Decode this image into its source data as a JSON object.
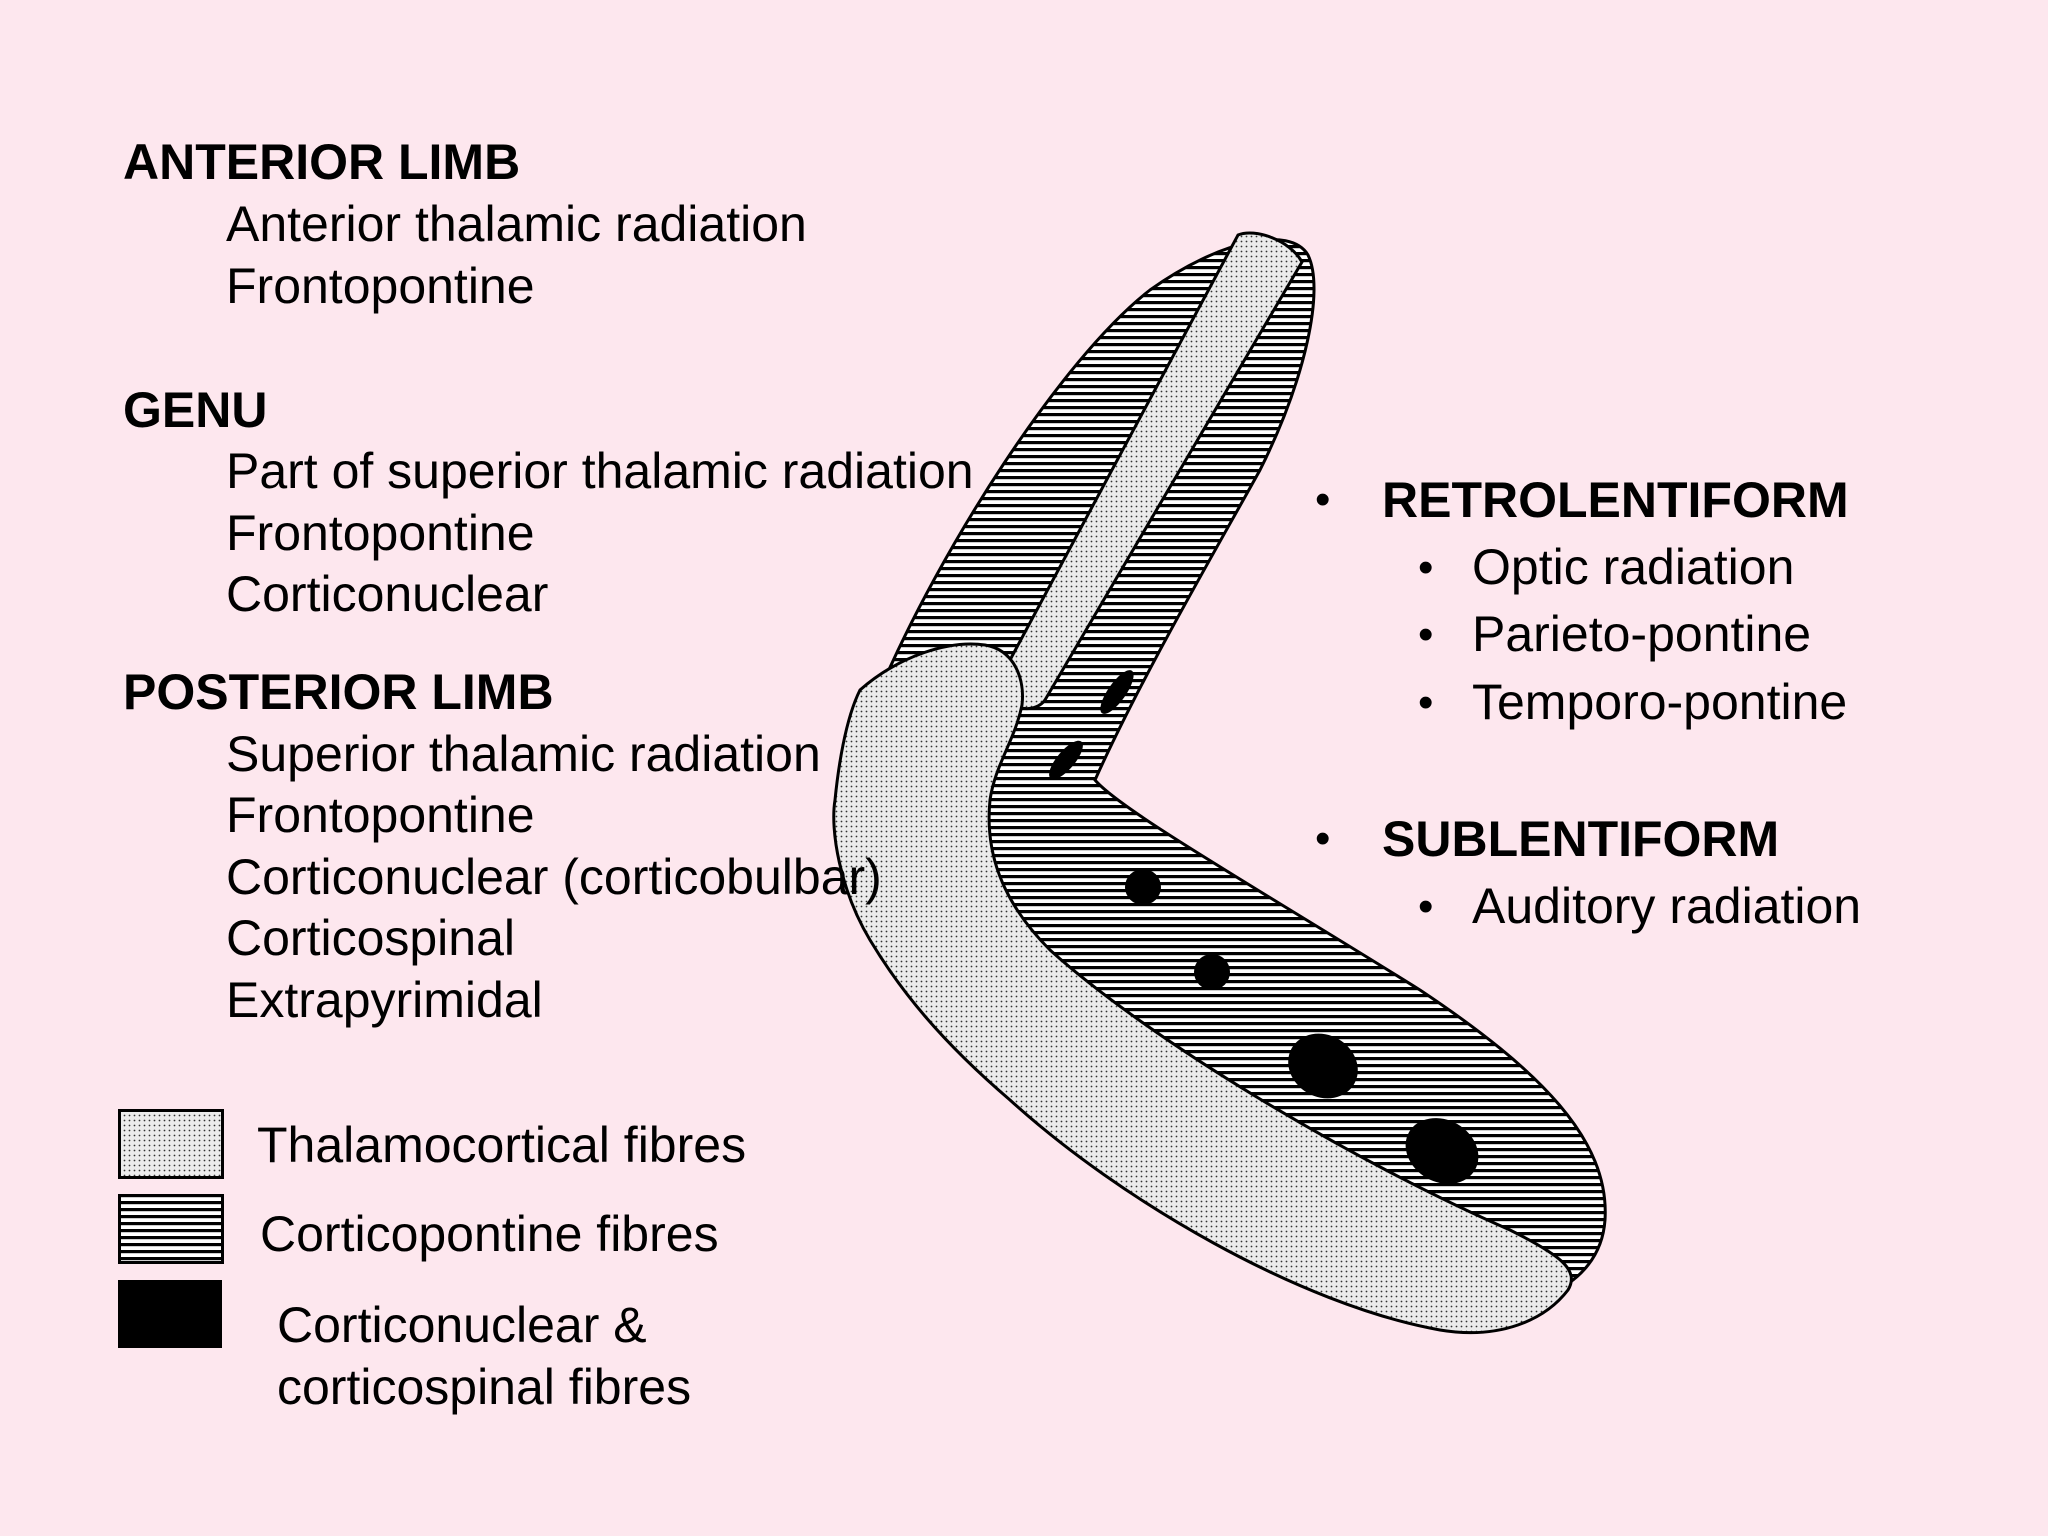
{
  "left_sections": {
    "anterior_limb": {
      "heading": "ANTERIOR LIMB",
      "items": [
        "Anterior thalamic radiation",
        "Frontopontine"
      ]
    },
    "genu": {
      "heading": "GENU",
      "items": [
        "Part of superior thalamic radiation",
        "Frontopontine",
        "Corticonuclear"
      ]
    },
    "posterior_limb": {
      "heading": "POSTERIOR LIMB",
      "items": [
        "Superior thalamic radiation",
        "Frontopontine",
        "Corticonuclear (corticobulbar)",
        "Corticospinal",
        "Extrapyrimidal"
      ]
    }
  },
  "right_sections": {
    "retrolentiform": {
      "bullet": "•",
      "heading": "RETROLENTIFORM",
      "items": [
        "Optic radiation",
        "Parieto-pontine",
        "Temporo-pontine"
      ]
    },
    "sublentiform": {
      "bullet": "•",
      "heading": "SUBLENTIFORM",
      "items": [
        "Auditory radiation"
      ]
    }
  },
  "legend": {
    "thalamocortical": "Thalamocortical fibres",
    "corticopontine": "Corticopontine fibres",
    "corticonuclear_line1": "Corticonuclear &",
    "corticonuclear_line2": "corticospinal fibres"
  },
  "colors": {
    "background": "#fde7ee",
    "dotted_fill": "#e6e6e6",
    "stripe": "#000000",
    "solid": "#000000"
  }
}
